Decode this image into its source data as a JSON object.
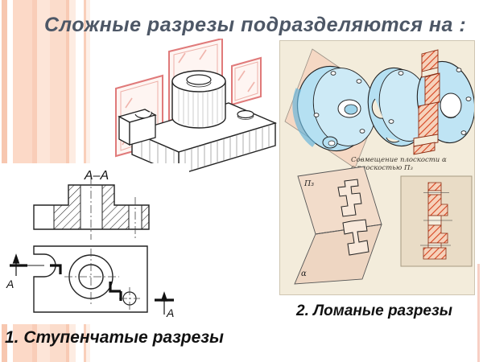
{
  "slide": {
    "title": "Сложные разрезы подразделяются на :",
    "label_stepped": "1. Ступенчатые разрезы",
    "label_broken": "2. Ломаные разрезы"
  },
  "stepped_drawing": {
    "section_label": "А–А",
    "arrow_left": "А",
    "arrow_right": "А"
  },
  "broken_drawing": {
    "caption_line1": "Совмещение плоскости α",
    "caption_line2": "с плоскостью П₃",
    "plane_p3": "П₃",
    "plane_alpha": "α"
  },
  "colors": {
    "title_text": "#4d5766",
    "label_text": "#111111",
    "stripe_salmon": "#f9d0bc",
    "cutting_plane_red": "#e07a7a",
    "flange_blue": "#b5e0f2",
    "flange_blue_dark": "#6ab6dc",
    "hatch_red": "#d6431f",
    "book_panel_cream": "#f3ecdb",
    "plane_tan": "#f2dcca",
    "drawing_ink": "#222222"
  }
}
